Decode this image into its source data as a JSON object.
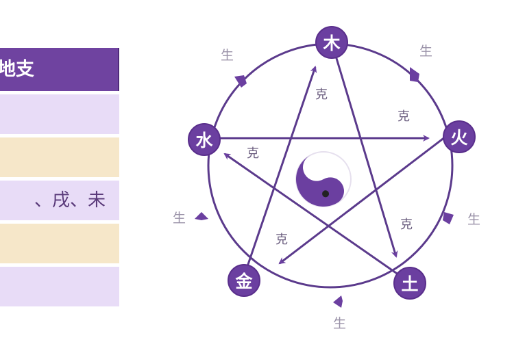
{
  "table": {
    "header": "地支",
    "rows": [
      {
        "text": "",
        "color": "#e8dcf7"
      },
      {
        "text": "",
        "color": "#f6e7c9"
      },
      {
        "text": "、戌、未",
        "color": "#e8dcf7"
      },
      {
        "text": "",
        "color": "#f6e7c9"
      },
      {
        "text": "",
        "color": "#e8dcf7"
      }
    ]
  },
  "diagram": {
    "nodes": {
      "wood": "木",
      "fire": "火",
      "earth": "土",
      "metal": "金",
      "water": "水"
    },
    "generate_label": "生",
    "overcome_label": "克",
    "colors": {
      "primary": "#6b3fa0",
      "line": "#5b3a8c",
      "label_gray": "#9a92a8"
    },
    "center_symbol": "yin-yang"
  }
}
